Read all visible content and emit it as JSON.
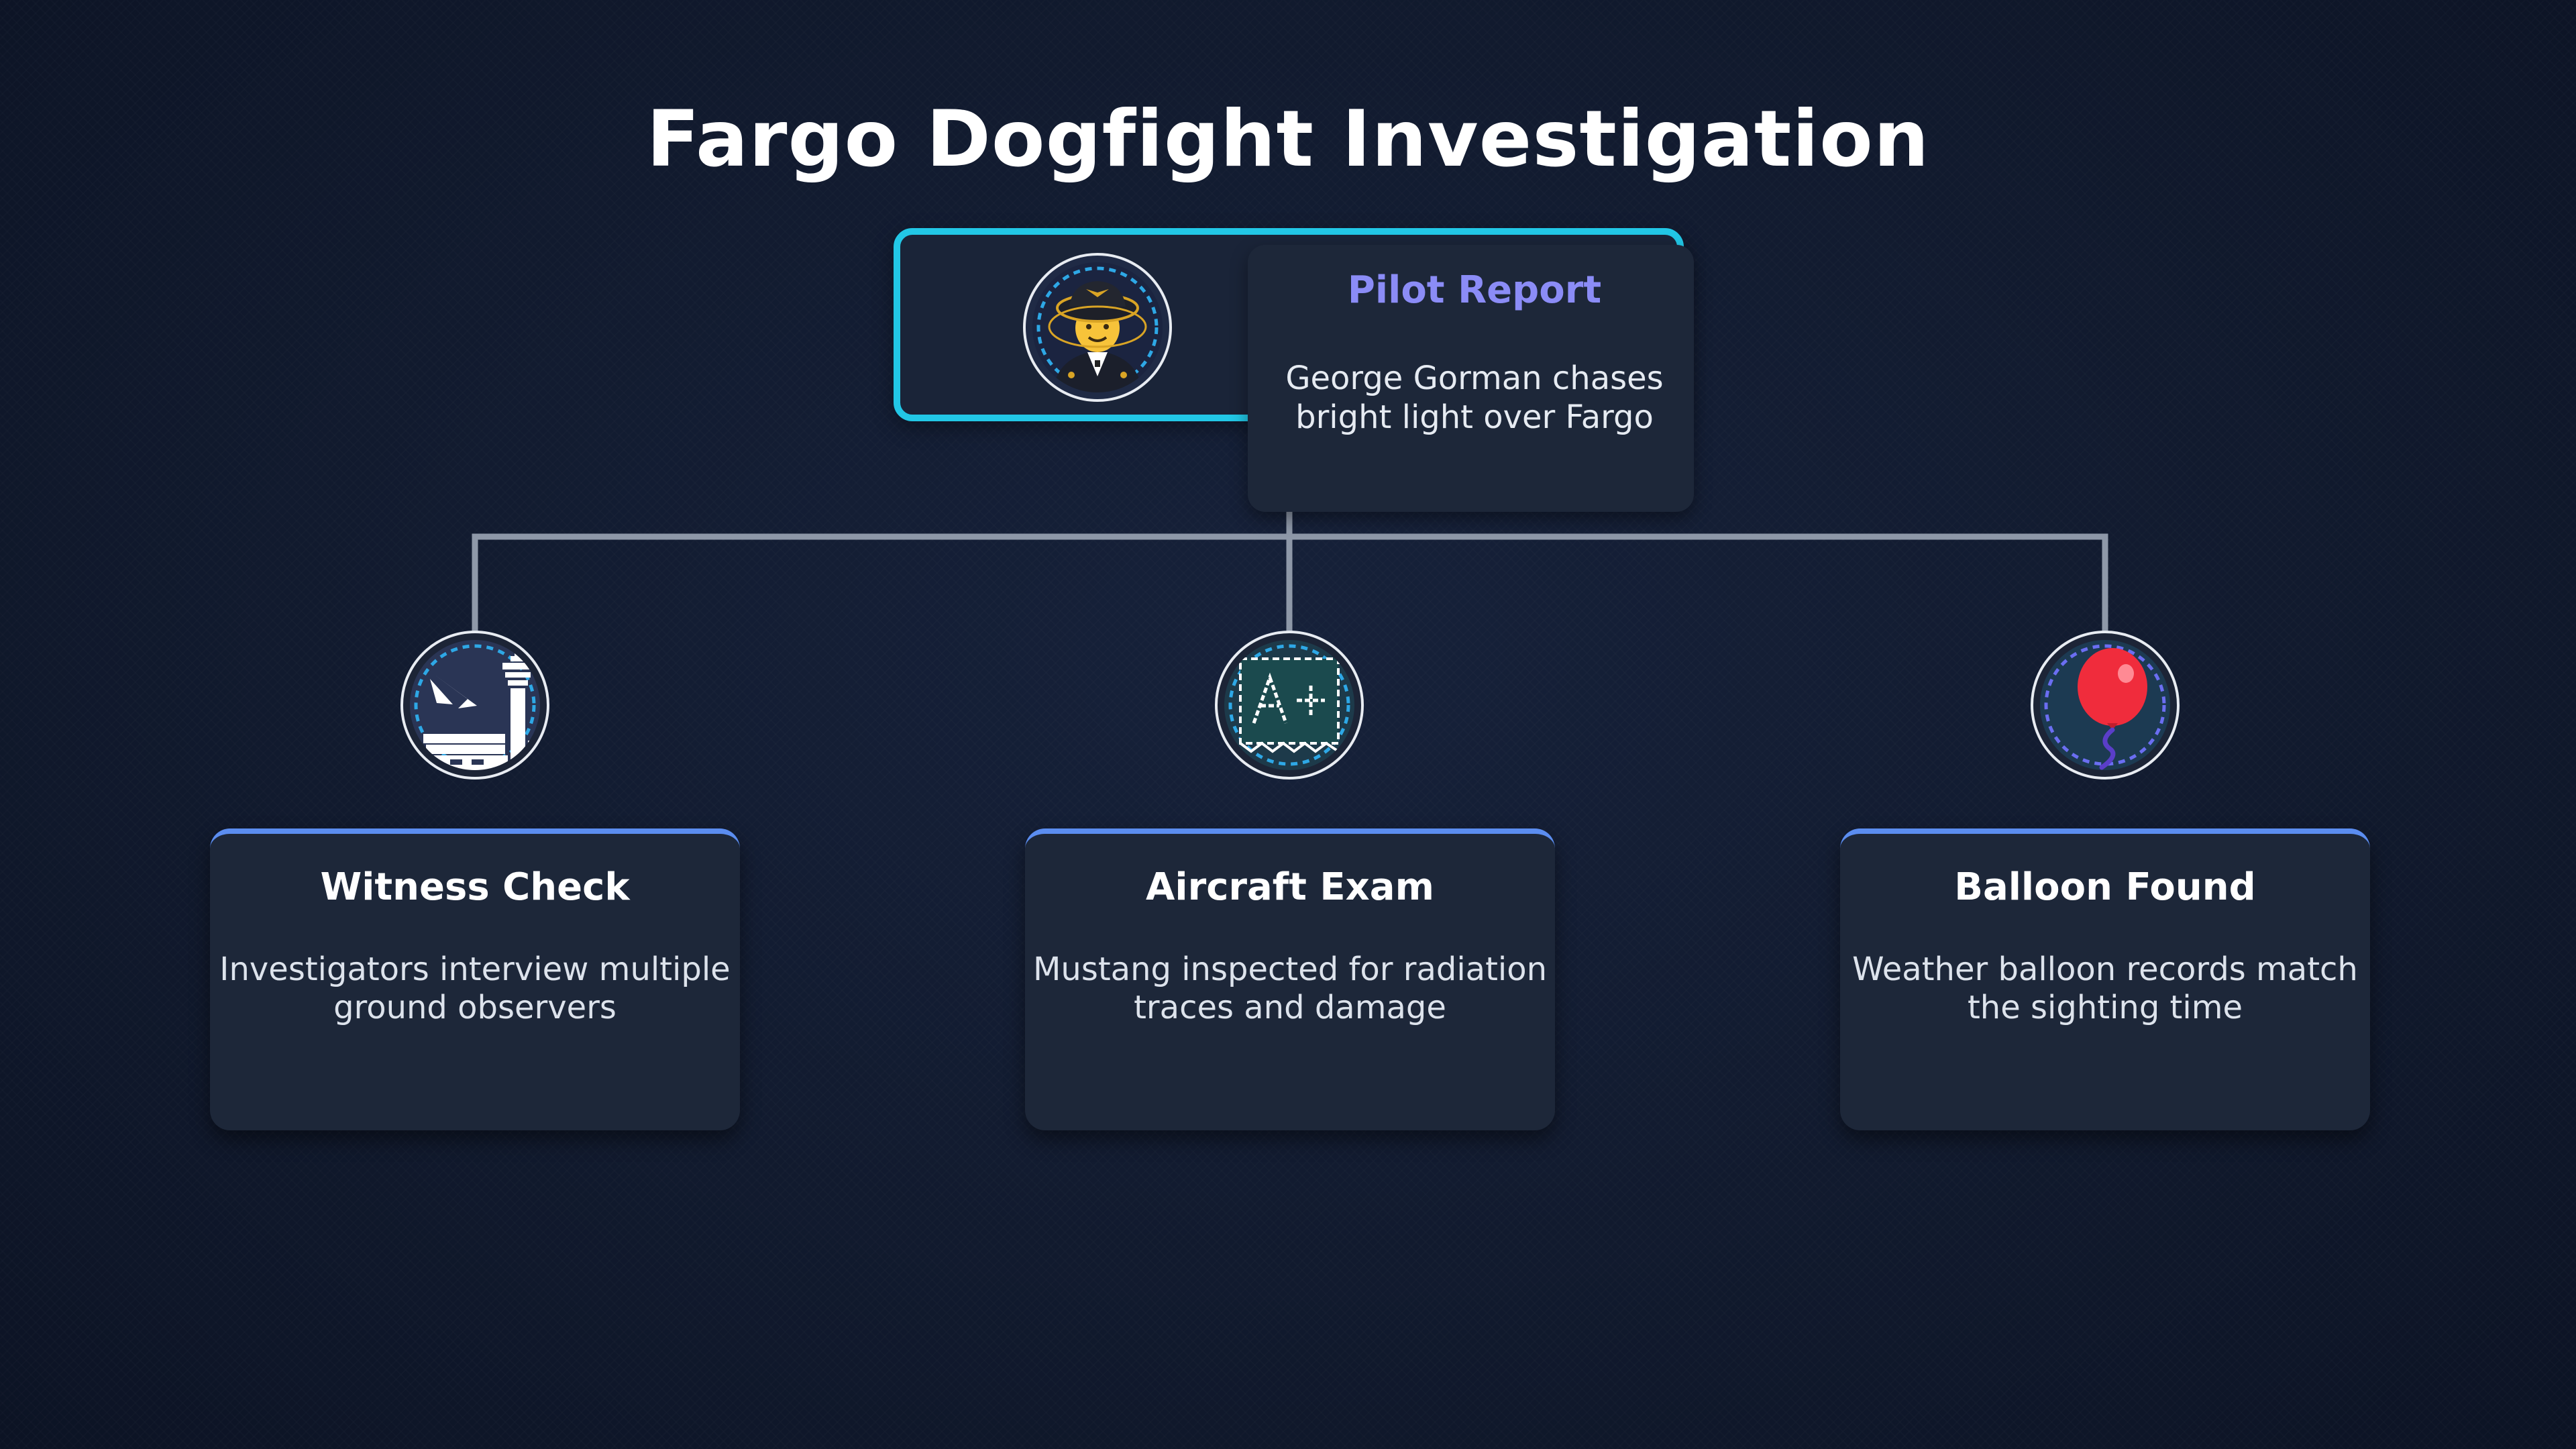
{
  "title": "Fargo Dogfight Investigation",
  "colors": {
    "background": "#111a2e",
    "root_border": "#22c7e6",
    "root_heading": "#8b8cf6",
    "connector": "#8e98a8",
    "card_accent": "#5b8df0",
    "card_fill": "#1d2739"
  },
  "root": {
    "heading": "Pilot Report",
    "description_line1": "George Gorman chases",
    "description_line2": "bright light over Fargo",
    "icon": "pilot-icon"
  },
  "children": [
    {
      "title": "Witness Check",
      "line1": "Investigators interview multiple",
      "line2": "ground observers",
      "icon": "airport-icon"
    },
    {
      "title": "Aircraft Exam",
      "line1": "Mustang inspected for radiation",
      "line2": "traces and damage",
      "icon": "a-plus-grade-icon"
    },
    {
      "title": "Balloon Found",
      "line1": "Weather balloon records match",
      "line2": "the sighting time",
      "icon": "balloon-icon"
    }
  ]
}
